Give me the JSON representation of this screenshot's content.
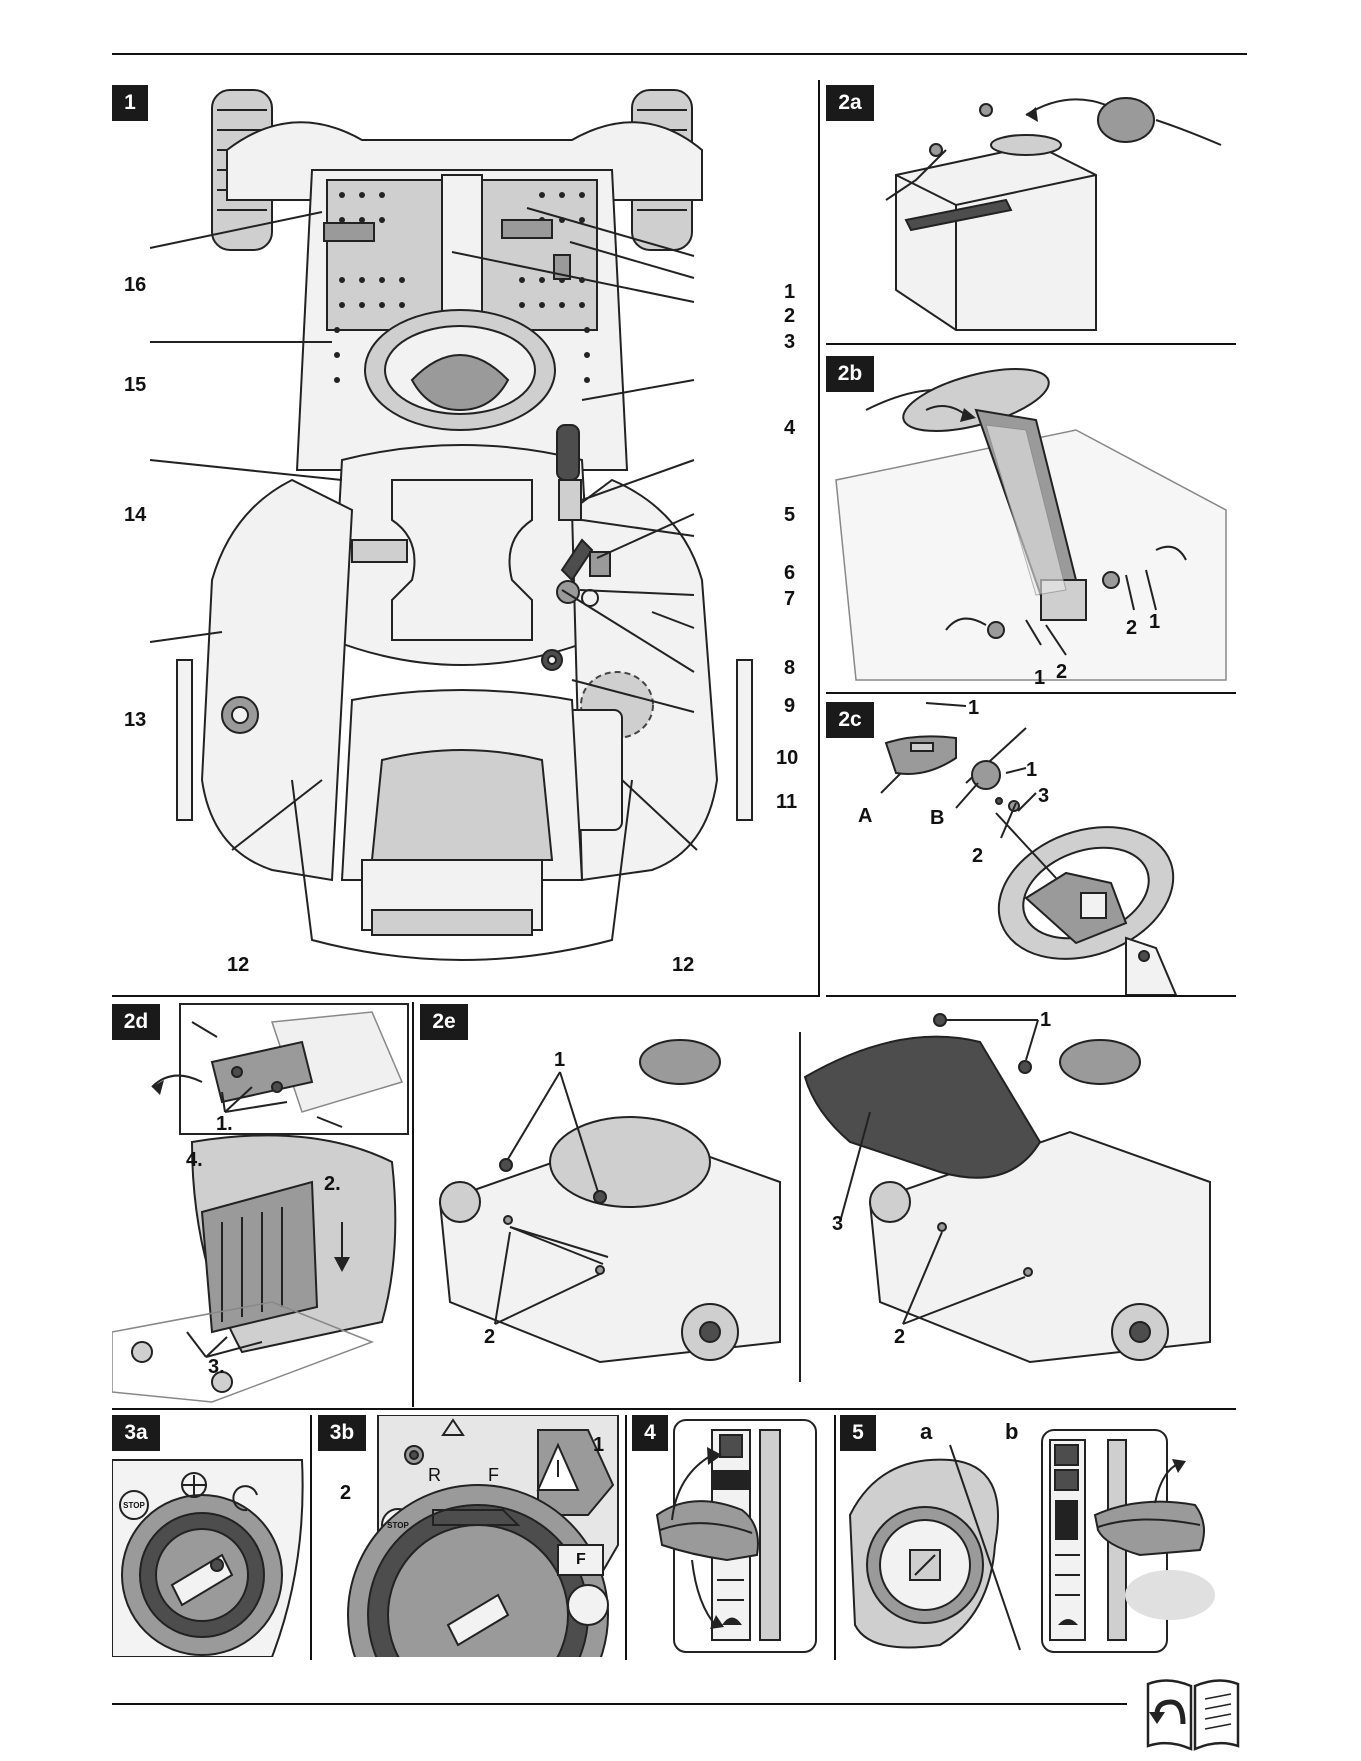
{
  "panels": {
    "p1": {
      "tag": "1",
      "callouts": [
        "1",
        "2",
        "3",
        "4",
        "5",
        "6",
        "7",
        "8",
        "9",
        "10",
        "11",
        "12",
        "12",
        "13",
        "14",
        "15",
        "16"
      ]
    },
    "p2a": {
      "tag": "2a"
    },
    "p2b": {
      "tag": "2b",
      "callouts": [
        "2",
        "1",
        "1",
        "2"
      ]
    },
    "p2c": {
      "tag": "2c",
      "callouts": [
        "1",
        "1",
        "3",
        "2",
        "A",
        "B"
      ]
    },
    "p2d": {
      "tag": "2d",
      "callouts": [
        "1.",
        "2.",
        "3.",
        "4."
      ]
    },
    "p2e": {
      "tag": "2e",
      "callouts": [
        "1",
        "2",
        "1",
        "2",
        "3"
      ]
    },
    "p3a": {
      "tag": "3a",
      "icons": [
        "STOP"
      ]
    },
    "p3b": {
      "tag": "3b",
      "callouts": [
        "1",
        "2"
      ],
      "dash_text": "R",
      "dash_text_2": "F",
      "stop_text": "STOP",
      "f_text": "F"
    },
    "p4": {
      "tag": "4"
    },
    "p5": {
      "tag": "5",
      "sub_a": "a",
      "sub_b": "b"
    }
  },
  "colors": {
    "ink": "#111111",
    "tag_bg": "#1a1a1a",
    "grey": "#9a9a9a"
  }
}
